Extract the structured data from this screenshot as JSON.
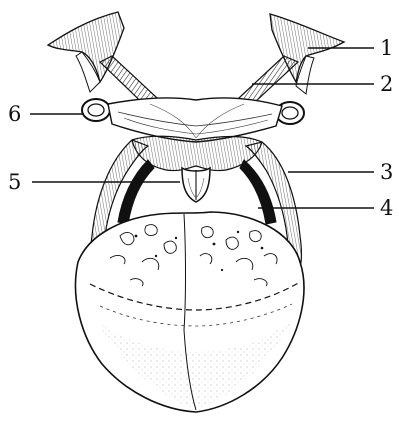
{
  "figure": {
    "callouts": [
      {
        "label": "1",
        "side": "right"
      },
      {
        "label": "2",
        "side": "right"
      },
      {
        "label": "3",
        "side": "right"
      },
      {
        "label": "4",
        "side": "right"
      },
      {
        "label": "5",
        "side": "left"
      },
      {
        "label": "6",
        "side": "left"
      }
    ]
  },
  "colors": {
    "ink": "#111111",
    "background": "#ffffff"
  }
}
